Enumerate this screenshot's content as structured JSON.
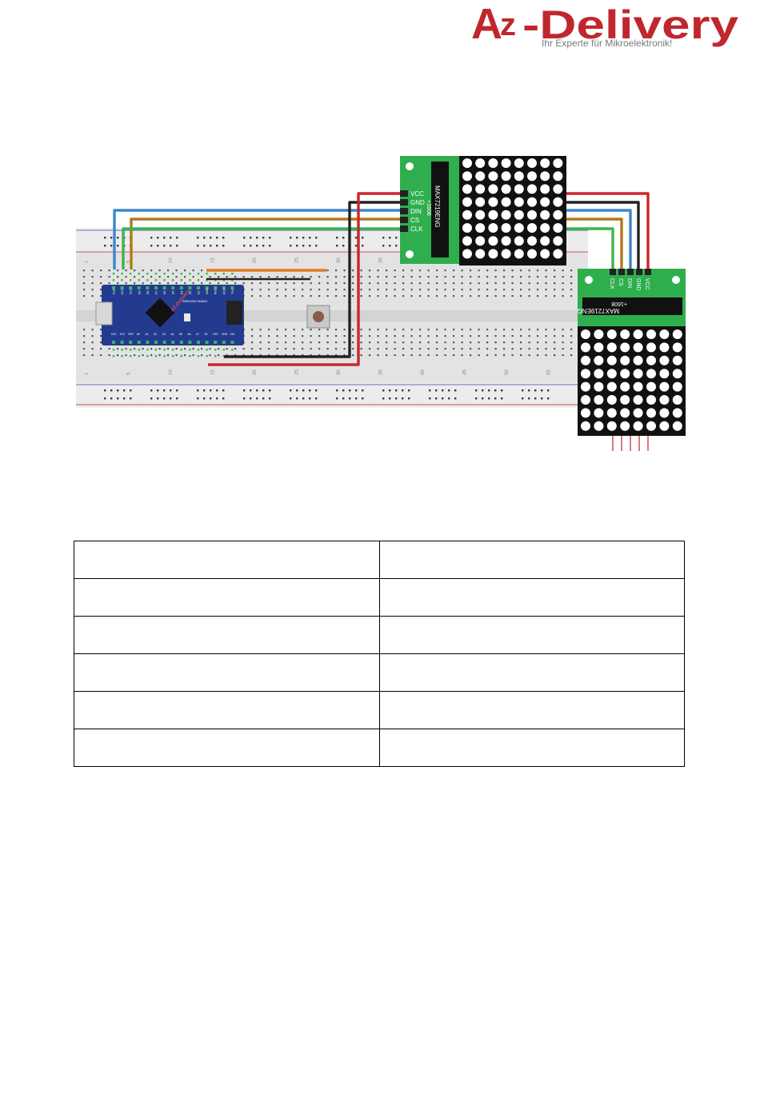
{
  "logo": {
    "brand": "AZ-Delivery",
    "wordmark_a": "A",
    "wordmark_z": "z",
    "wordmark_rest": "-Delivery",
    "tagline": "Ihr Experte für Mikroelektronik!",
    "color": "#c0272d"
  },
  "diagram": {
    "colors": {
      "wire_blue": "#3d87c9",
      "wire_brown": "#b07a1c",
      "wire_green": "#3ab54a",
      "wire_black": "#222222",
      "wire_red": "#c8272d",
      "wire_orange": "#e07a22",
      "module_green": "#2fae4e",
      "nano_blue": "#233b8e",
      "breadboard": "#e3e3e3"
    },
    "breadboard_numbers": [
      "1",
      "5",
      "10",
      "15",
      "20",
      "25",
      "30",
      "35",
      "40",
      "45",
      "50",
      "55"
    ],
    "nano": {
      "model_label": "ARDUINO NANO",
      "brand_label": "AZ-Delivery",
      "top_pins": [
        "D12",
        "D11",
        "D10",
        "D9",
        "D8",
        "D7",
        "D6",
        "D5",
        "D4",
        "D3",
        "D2",
        "GND",
        "RST",
        "RX0",
        "TX1"
      ],
      "bottom_pins": [
        "D13",
        "3V3",
        "REF",
        "A0",
        "A1",
        "A2",
        "A3",
        "A4",
        "A5",
        "A6",
        "A7",
        "5V",
        "RST",
        "GND",
        "VIN"
      ]
    },
    "matrix_top": {
      "chip": "MAX7219ENG",
      "chip_code": "+1608",
      "pins": [
        "VCC",
        "GND",
        "DIN",
        "CS",
        "CLK"
      ]
    },
    "matrix_right": {
      "chip": "MAX7219ENG",
      "chip_code": "+1608",
      "pins": [
        "CLK",
        "CS",
        "DIN",
        "GND",
        "VCC"
      ]
    }
  },
  "table": {
    "rows": [
      [
        "",
        ""
      ],
      [
        "",
        ""
      ],
      [
        "",
        ""
      ],
      [
        "",
        ""
      ],
      [
        "",
        ""
      ],
      [
        "",
        ""
      ]
    ]
  }
}
